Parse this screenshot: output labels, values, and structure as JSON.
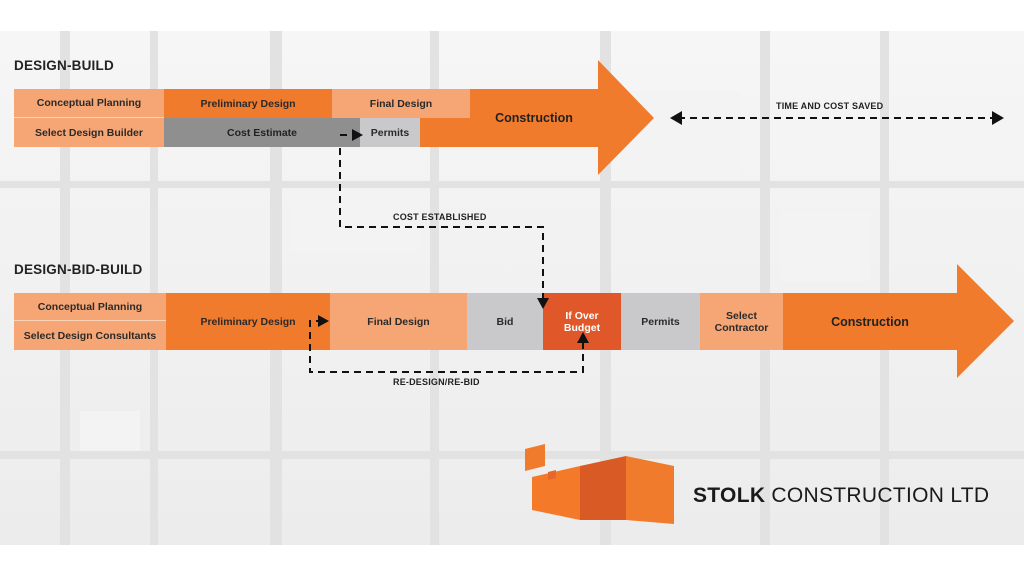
{
  "design_build": {
    "heading": "DESIGN-BUILD",
    "conceptual_planning": "Conceptual Planning",
    "preliminary_design": "Preliminary Design",
    "final_design": "Final Design",
    "construction": "Construction",
    "select_design_builder": "Select Design Builder",
    "cost_estimate": "Cost Estimate",
    "permits": "Permits",
    "time_cost_saved": "TIME AND COST SAVED"
  },
  "connector": {
    "cost_established": "COST ESTABLISHED"
  },
  "design_bid_build": {
    "heading": "DESIGN-BID-BUILD",
    "conceptual_planning": "Conceptual Planning",
    "select_design_consultants": "Select Design Consultants",
    "preliminary_design": "Preliminary Design",
    "final_design": "Final Design",
    "bid": "Bid",
    "if_over_budget_1": "If Over",
    "if_over_budget_2": "Budget",
    "permits": "Permits",
    "select_contractor_1": "Select",
    "select_contractor_2": "Contractor",
    "construction": "Construction",
    "redesign_rebid": "RE-DESIGN/RE-BID"
  },
  "brand": {
    "name_bold": "STOLK",
    "name_rest": " CONSTRUCTION LTD"
  },
  "colors": {
    "light_orange": "#f6a675",
    "orange": "#f07b2c",
    "dark_orange": "#e0572a",
    "gray": "#8f8f8f",
    "light_gray": "#c9c9cb"
  }
}
